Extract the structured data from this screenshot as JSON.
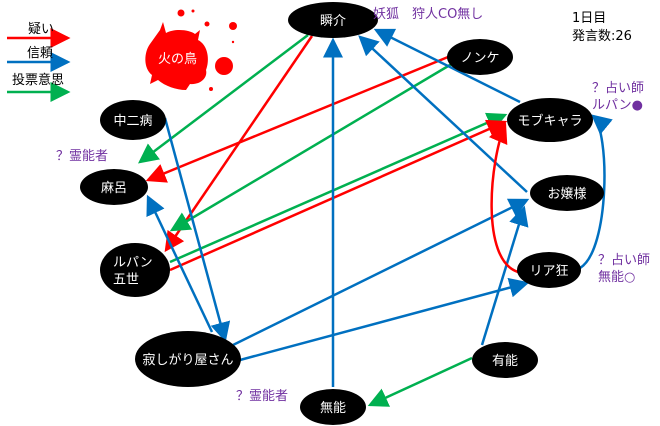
{
  "legend": [
    {
      "label": "疑い",
      "color": "#ff0000"
    },
    {
      "label": "信頼",
      "color": "#0070c0"
    },
    {
      "label": "投票意思",
      "color": "#00b050"
    }
  ],
  "info": {
    "day": "1日目",
    "statements": "発言数:26"
  },
  "dead": {
    "label": "火の鳥",
    "color": "#ff0000"
  },
  "nodes": [
    {
      "id": "shunsuke",
      "label": "瞬介"
    },
    {
      "id": "nonke",
      "label": "ノンケ"
    },
    {
      "id": "mob",
      "label": "モブキャラ"
    },
    {
      "id": "ojou",
      "label": "お嬢様"
    },
    {
      "id": "riakyo",
      "label": "リア狂"
    },
    {
      "id": "yuunou",
      "label": "有能"
    },
    {
      "id": "munou",
      "label": "無能"
    },
    {
      "id": "sabishi",
      "label": "寂しがり屋さん"
    },
    {
      "id": "lupin",
      "label": "ルパン\n五世"
    },
    {
      "id": "maro",
      "label": "麻呂"
    },
    {
      "id": "chuuni",
      "label": "中二病"
    }
  ],
  "notes": {
    "shunsuke": "妖狐　狩人CO無し",
    "mob": "？占い師\nルパン●",
    "riakyo": "？占い師\n無能○",
    "maro": "？霊能者",
    "munou": "？霊能者"
  },
  "edges": [
    {
      "from": "shunsuke",
      "to": "maro",
      "type": "vote"
    },
    {
      "from": "shunsuke",
      "to": "lupin",
      "type": "doubt"
    },
    {
      "from": "nonke",
      "to": "maro",
      "type": "doubt"
    },
    {
      "from": "nonke",
      "to": "lupin",
      "type": "vote"
    },
    {
      "from": "lupin",
      "to": "mob",
      "type": "vote"
    },
    {
      "from": "lupin",
      "to": "mob",
      "type": "doubt"
    },
    {
      "from": "chuuni",
      "to": "sabishi",
      "type": "trust"
    },
    {
      "from": "sabishi",
      "to": "maro",
      "type": "trust"
    },
    {
      "from": "sabishi",
      "to": "ojou",
      "type": "trust"
    },
    {
      "from": "sabishi",
      "to": "riakyo",
      "type": "trust"
    },
    {
      "from": "munou",
      "to": "shunsuke",
      "type": "trust"
    },
    {
      "from": "yuunou",
      "to": "munou",
      "type": "vote"
    },
    {
      "from": "yuunou",
      "to": "ojou",
      "type": "trust"
    },
    {
      "from": "mob",
      "to": "shunsuke",
      "type": "trust"
    },
    {
      "from": "ojou",
      "to": "shunsuke",
      "type": "trust"
    },
    {
      "from": "riakyo",
      "to": "mob",
      "type": "doubt"
    },
    {
      "from": "riakyo",
      "to": "mob",
      "type": "trust"
    }
  ],
  "colors": {
    "doubt": "#ff0000",
    "trust": "#0070c0",
    "vote": "#00b050",
    "node": "#000000",
    "note": "#7030a0"
  }
}
